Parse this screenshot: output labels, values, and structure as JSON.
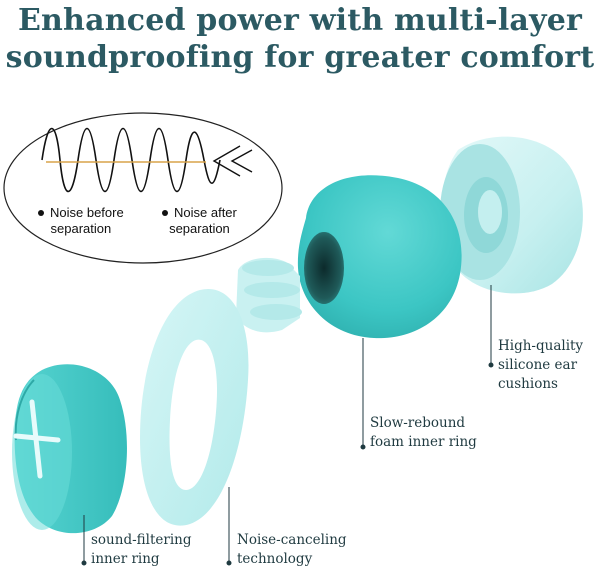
{
  "headline": {
    "line1": "Enhanced power with multi-layer",
    "line2": "soundproofing for greater comfort"
  },
  "legend": {
    "before_line1": "Noise before",
    "before_line2": "separation",
    "after_line1": "Noise after",
    "after_line2": "separation"
  },
  "labels": {
    "silicone_line1": "High-quality",
    "silicone_line2": "silicone ear",
    "silicone_line3": "cushions",
    "foam_line1": "Slow-rebound",
    "foam_line2": "foam inner ring",
    "filter_line1": "sound-filtering",
    "filter_line2": "inner ring",
    "noise_line1": "Noise-canceling",
    "noise_line2": "technology"
  },
  "colors": {
    "headline": "#2c5a63",
    "teal": "#3cc8c8",
    "light_teal": "#bdeeee",
    "pale_teal": "#d9f6f6"
  }
}
